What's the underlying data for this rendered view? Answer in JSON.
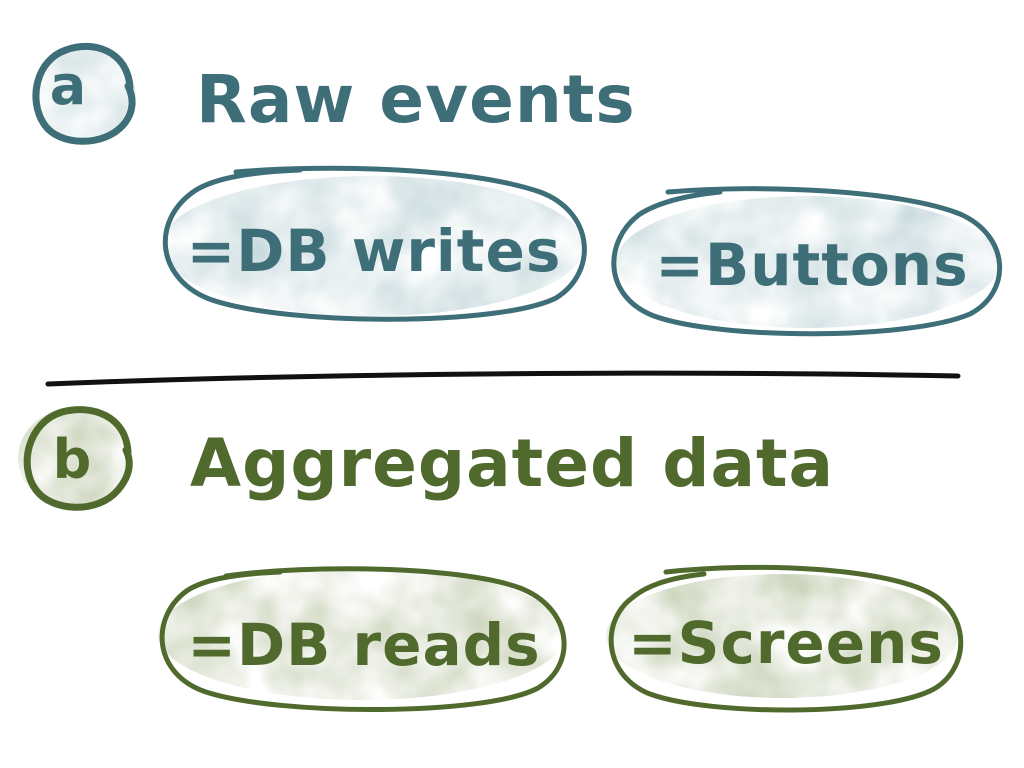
{
  "colors": {
    "section_a": "#3e6e78",
    "section_a_fill": "#a9c5ca",
    "section_b": "#4f6a2c",
    "section_b_fill": "#aab88f",
    "divider": "#111111"
  },
  "section_a": {
    "badge": "a",
    "title": "Raw events",
    "pills": [
      "=DB writes",
      "=Buttons"
    ]
  },
  "section_b": {
    "badge": "b",
    "title": "Aggregated data",
    "pills": [
      "=DB reads",
      "=Screens"
    ]
  }
}
